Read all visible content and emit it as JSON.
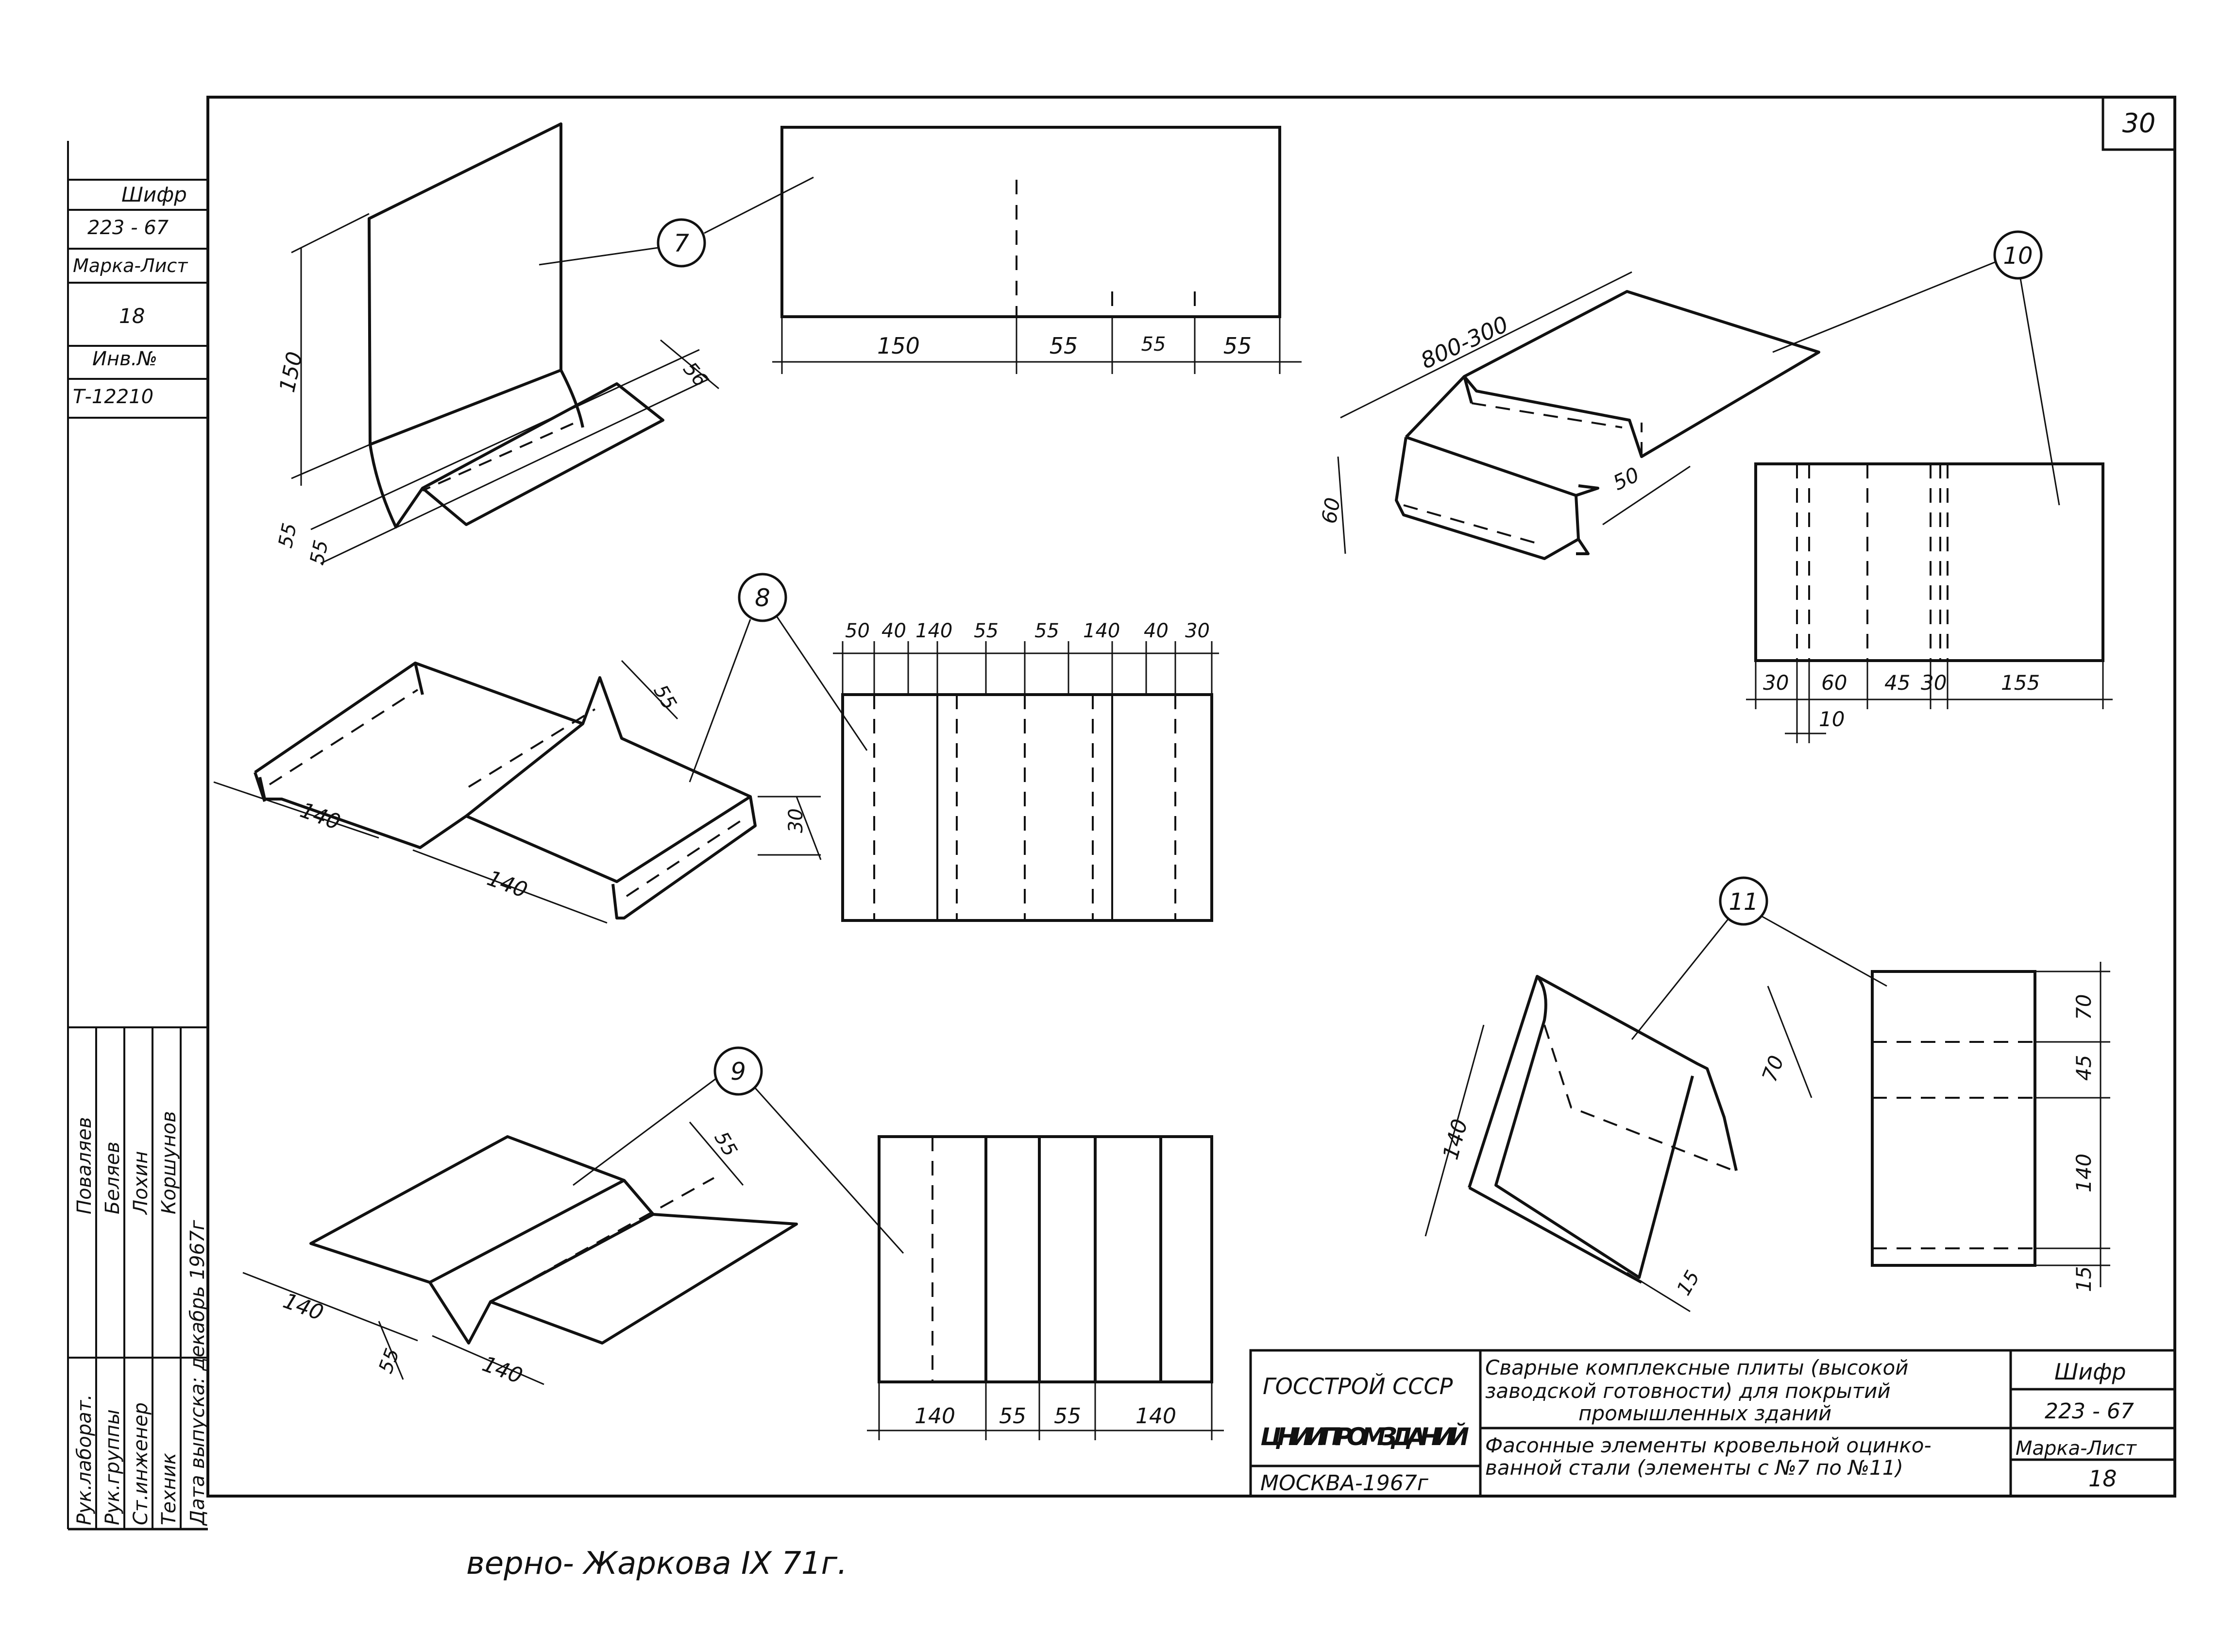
{
  "sheet": {
    "page_number": "30",
    "side_stamp": {
      "cipher_label": "Шифр",
      "cipher_value": "223 - 67",
      "sheet_label": "Марка-Лист",
      "sheet_value": "18",
      "inventory_label": "Инв.№",
      "inventory_value": "Т-12210"
    },
    "signatures": {
      "roles": [
        "Рук.лаборат.",
        "Рук.группы",
        "Ст.инженер",
        "Техник",
        "Дата выпуска: декабрь 1967г"
      ],
      "names": [
        "Поваляев",
        "Беляев",
        "Лохин",
        "Коршунов"
      ]
    },
    "title_block": {
      "org": "ГОССТРОЙ СССР",
      "institute": "ЦНИИПРОМЗДАНИЙ",
      "city_year": "МОСКВА-1967г",
      "title_line1": "Сварные комплексные плиты (высокой",
      "title_line2": "заводской готовности) для покрытий",
      "title_line3": "промышленных зданий",
      "subtitle_line1": "Фасонные элементы кровельной оцинко-",
      "subtitle_line2": "ванной стали (элементы с №7 по №11)",
      "cipher_label": "Шифр",
      "cipher_value": "223 - 67",
      "sheet_label": "Марка-Лист",
      "sheet_value": "18"
    },
    "certification": "верно- Жаркова IX 71г."
  },
  "elements": {
    "e7": {
      "number": "7",
      "iso_dims": [
        "150",
        "56",
        "55",
        "55"
      ],
      "plan_dims": [
        "150",
        "55",
        "55",
        "55"
      ]
    },
    "e8": {
      "number": "8",
      "iso_dims": [
        "140",
        "140",
        "55",
        "30"
      ],
      "plan_dims": [
        "50",
        "40",
        "140",
        "55",
        "55",
        "140",
        "40",
        "30"
      ]
    },
    "e9": {
      "number": "9",
      "iso_dims": [
        "140",
        "140",
        "55",
        "55"
      ],
      "plan_dims": [
        "140",
        "55",
        "55",
        "140"
      ]
    },
    "e10": {
      "number": "10",
      "iso_dims": [
        "800-300",
        "60",
        "50"
      ],
      "plan_dims": [
        "30",
        "60",
        "45",
        "30",
        "155",
        "10"
      ]
    },
    "e11": {
      "number": "11",
      "iso_dims": [
        "140",
        "70",
        "15"
      ],
      "plan_dims": [
        "70",
        "45",
        "140",
        "15"
      ]
    }
  }
}
